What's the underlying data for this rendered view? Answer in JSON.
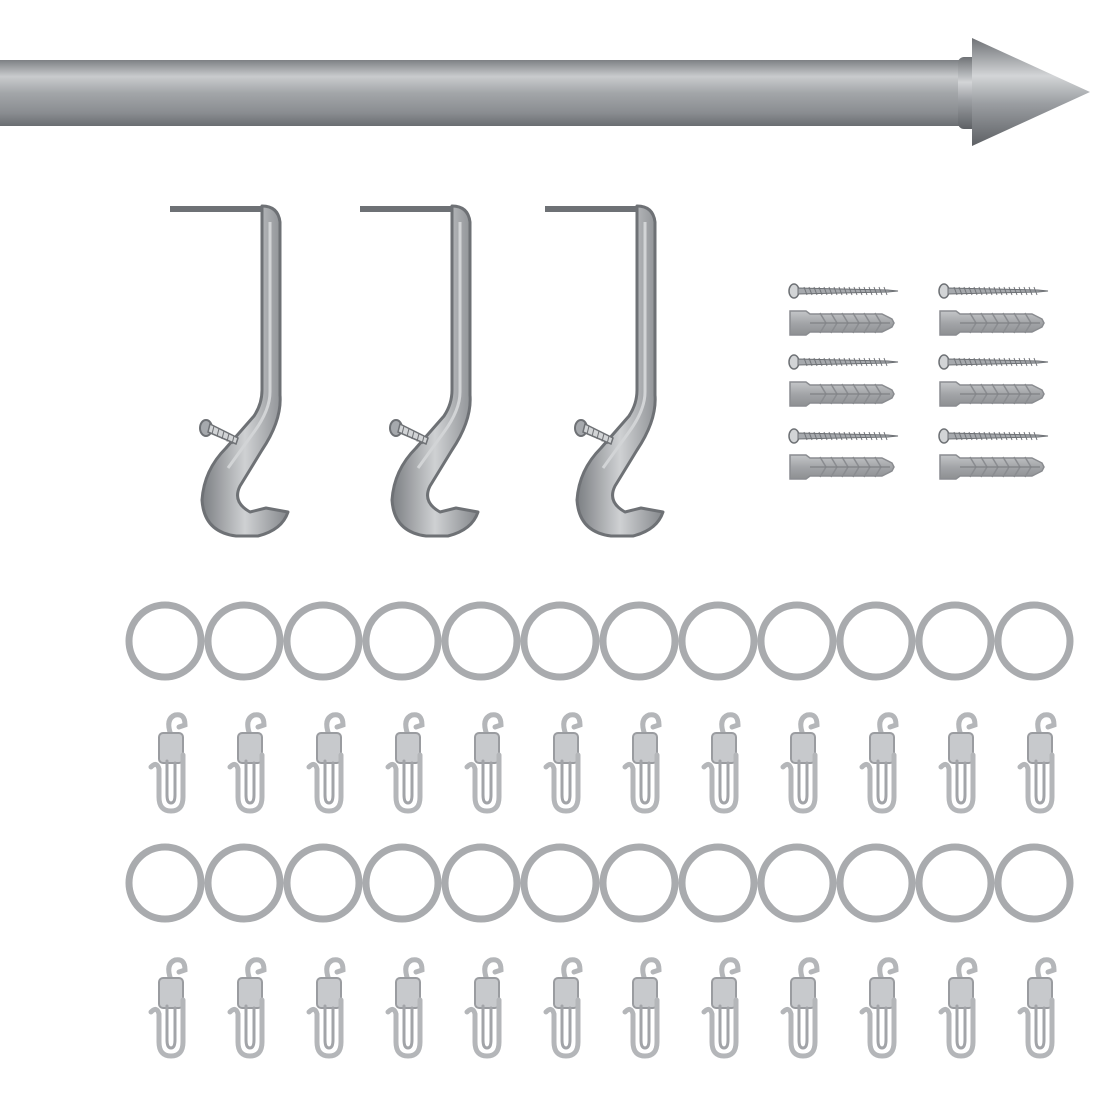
{
  "scene": {
    "subject": "curtain rod set",
    "background_color": "#ffffff",
    "metal_light": "#d2d4d6",
    "metal_mid": "#a6a9ad",
    "metal_dark": "#6e7175",
    "ring_color": "#a9abae",
    "hook_color": "#b4b6b9"
  },
  "items": {
    "brackets": {
      "count": 3
    },
    "screws": {
      "count": 6
    },
    "wall_plugs": {
      "count": 6
    },
    "rings": {
      "rows": 2,
      "per_row": 12
    },
    "glider_hooks": {
      "rows": 2,
      "per_row": 12
    }
  }
}
